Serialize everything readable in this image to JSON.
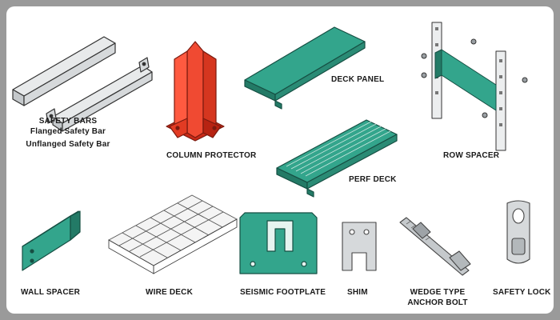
{
  "items": {
    "safety_bars": {
      "title": "SAFETY BARS",
      "sub1": "Flanged Safety Bar",
      "sub2": "Unflanged Safety Bar"
    },
    "column_protector": "COLUMN PROTECTOR",
    "deck_panel": "DECK PANEL",
    "perf_deck": "PERF DECK",
    "row_spacer": "ROW SPACER",
    "wall_spacer": "WALL SPACER",
    "wire_deck": "WIRE DECK",
    "seismic_footplate": "SEISMIC FOOTPLATE",
    "shim": "SHIM",
    "wedge_anchor": {
      "line1": "WEDGE TYPE",
      "line2": "ANCHOR BOLT"
    },
    "safety_lock": "SAFETY LOCK"
  },
  "colors": {
    "teal": "#2f9e86",
    "teal_dark": "#1f6f5e",
    "red": "#e8341f",
    "steel": "#cfd3d6",
    "outline": "#333333"
  },
  "icons": [
    "safety-bar-icon",
    "column-protector-icon",
    "deck-panel-icon",
    "perf-deck-icon",
    "row-spacer-icon",
    "wall-spacer-icon",
    "wire-deck-icon",
    "seismic-footplate-icon",
    "shim-icon",
    "anchor-bolt-icon",
    "safety-lock-icon"
  ]
}
